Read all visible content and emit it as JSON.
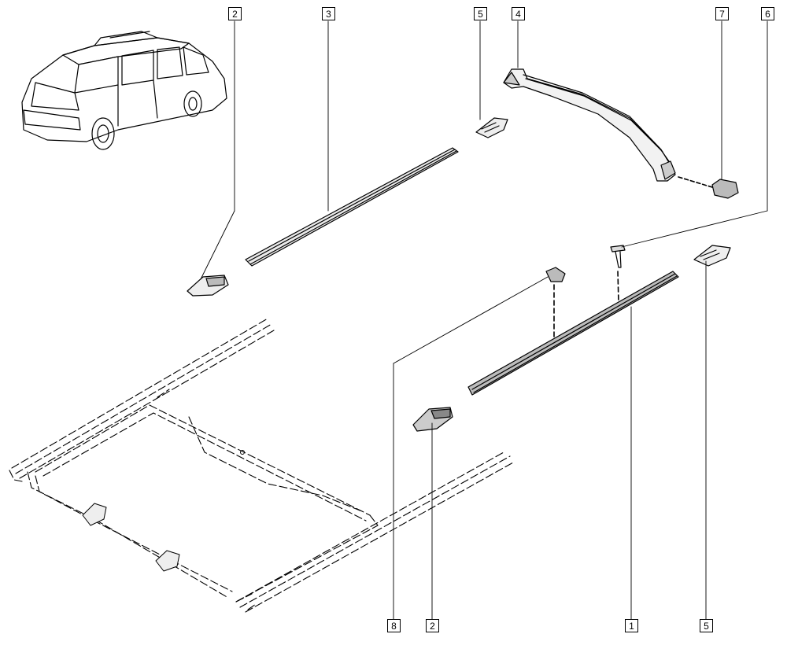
{
  "diagram": {
    "title": "",
    "callouts": [
      {
        "id": "c-top-2",
        "label": "2"
      },
      {
        "id": "c-top-3",
        "label": "3"
      },
      {
        "id": "c-top-5",
        "label": "5"
      },
      {
        "id": "c-top-4",
        "label": "4"
      },
      {
        "id": "c-top-7",
        "label": "7"
      },
      {
        "id": "c-top-6",
        "label": "6"
      },
      {
        "id": "c-bot-8",
        "label": "8"
      },
      {
        "id": "c-bot-2",
        "label": "2"
      },
      {
        "id": "c-bot-1",
        "label": "1"
      },
      {
        "id": "c-bot-5",
        "label": "5"
      }
    ],
    "colors": {
      "line": "#000000",
      "background": "#ffffff",
      "fill": "#f2f2f2"
    }
  }
}
